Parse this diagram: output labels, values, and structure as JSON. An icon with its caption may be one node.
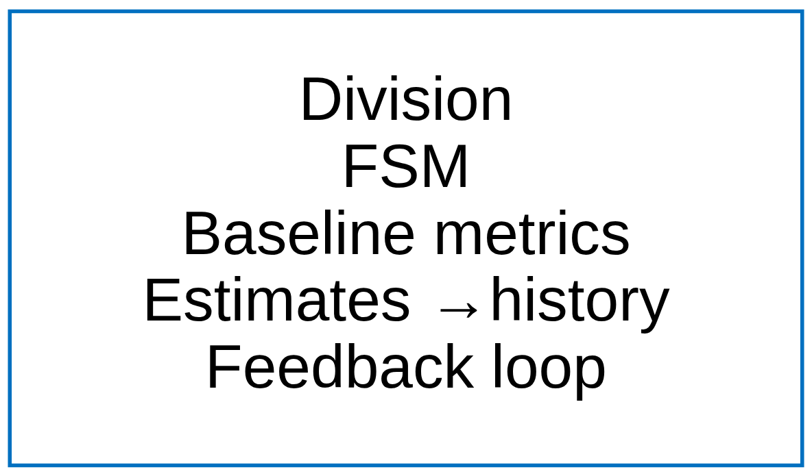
{
  "diagram": {
    "nodes": [
      {
        "text": [
          "Division",
          "FSM",
          "Baseline metrics",
          "Estimates →history",
          "Feedback loop"
        ]
      }
    ]
  }
}
